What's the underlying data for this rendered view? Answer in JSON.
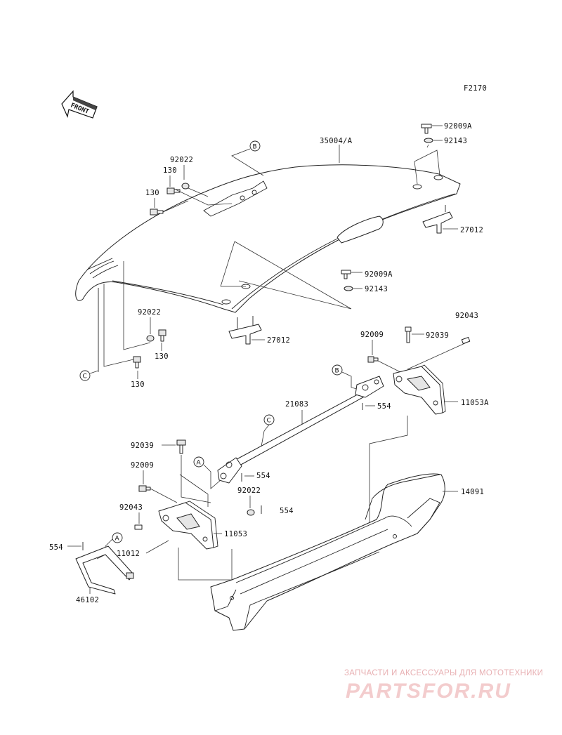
{
  "diagram": {
    "code": "F2170",
    "front_label": "FRONT",
    "ref_letters": {
      "a": "A",
      "b": "B",
      "c": "C"
    },
    "parts": {
      "roof": "35004/A",
      "bolt_top_right": "92009A",
      "nut_top_right": "92143",
      "bracket_right": "27012",
      "bolt_mid": "92009A",
      "nut_mid": "92143",
      "bracket_center": "27012",
      "washer_left_top": "92022",
      "bolt_130_a": "130",
      "bolt_130_b": "130",
      "washer_left_mid": "92022",
      "bolt_130_c": "130",
      "bolt_130_d": "130",
      "spacer_right": "92043",
      "bolt_92009_right": "92009",
      "rivet_right": "92039",
      "bracket_11053a": "11053A",
      "rod": "21083",
      "pin_554_right": "554",
      "rivet_left": "92039",
      "bolt_92009_left": "92009",
      "pin_554_mid": "554",
      "washer_92022_low": "92022",
      "pin_554_low": "554",
      "spacer_left": "92043",
      "bracket_11053": "11053",
      "cover_14091": "14091",
      "pin_554_left": "554",
      "frame_11012": "11012",
      "handle_46102": "46102"
    }
  },
  "watermark": {
    "tagline": "ЗАПЧАСТИ И АКСЕССУАРЫ ДЛЯ МОТОТЕХНИКИ",
    "logo": "PARTSFOR.RU"
  }
}
